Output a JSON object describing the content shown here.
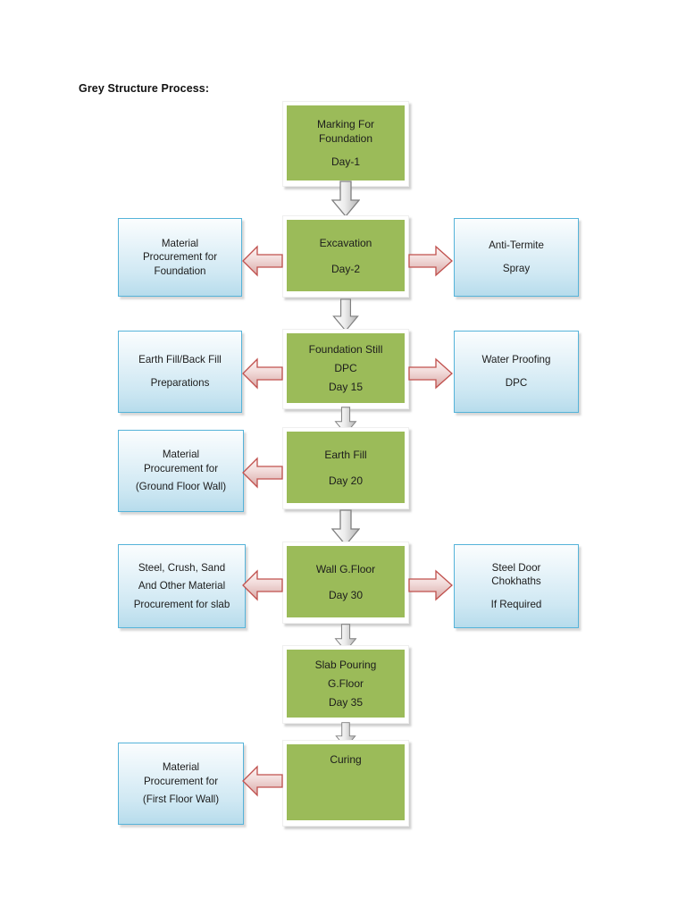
{
  "page": {
    "title": "Grey Structure Process:",
    "background": "#ffffff"
  },
  "colors": {
    "process_fill": "#9bbb59",
    "process_frame": "#ffffff",
    "data_fill_top": "#fbfdfe",
    "data_fill_bottom": "#b7dcec",
    "data_border": "#55b3d9",
    "down_arrow_fill": "#d9d9d9",
    "down_arrow_stroke": "#7f7f7f",
    "side_arrow_fill": "#f2dcdb",
    "side_arrow_stroke": "#c0504d",
    "text": "#1c1c1c"
  },
  "flow": {
    "steps": [
      {
        "id": "marking-for-foundation",
        "type": "process",
        "lines": [
          "Marking For",
          "Foundation",
          "",
          "Day-1"
        ]
      },
      {
        "id": "excavation",
        "type": "process",
        "lines": [
          "Excavation",
          "",
          "Day-2"
        ],
        "left": {
          "id": "material-procurement-for-foundation",
          "type": "data",
          "lines": [
            "Material",
            "Procurement for",
            "Foundation"
          ]
        },
        "right": {
          "id": "anti-termite-spray",
          "type": "data",
          "lines": [
            "Anti-Termite",
            "",
            "Spray"
          ]
        }
      },
      {
        "id": "foundation-still-dpc",
        "type": "process",
        "lines": [
          "Foundation Still",
          "",
          "DPC",
          "",
          "Day 15"
        ],
        "left": {
          "id": "earth-fill-back-fill-preparations",
          "type": "data",
          "lines": [
            "Earth Fill/Back Fill",
            "",
            "Preparations"
          ]
        },
        "right": {
          "id": "water-proofing-dpc",
          "type": "data",
          "lines": [
            "Water Proofing",
            "",
            "DPC"
          ]
        }
      },
      {
        "id": "earth-fill",
        "type": "process",
        "lines": [
          "Earth Fill",
          "",
          "Day 20"
        ],
        "left": {
          "id": "material-procurement-ground-floor-wall",
          "type": "data",
          "lines": [
            "Material",
            "Procurement for",
            "",
            "(Ground Floor Wall)"
          ]
        }
      },
      {
        "id": "wall-g-floor",
        "type": "process",
        "lines": [
          "Wall G.Floor",
          "",
          "Day 30"
        ],
        "left": {
          "id": "steel-crush-sand-procurement-for-slab",
          "type": "data",
          "lines": [
            "Steel, Crush, Sand",
            "",
            "And Other Material",
            "",
            "Procurement for slab"
          ]
        },
        "right": {
          "id": "steel-door-chokhaths",
          "type": "data",
          "lines": [
            "Steel Door",
            "Chokhaths",
            "",
            "If Required"
          ]
        }
      },
      {
        "id": "slab-pouring-g-floor",
        "type": "process",
        "lines": [
          "Slab Pouring",
          "",
          "G.Floor",
          "",
          "Day 35"
        ]
      },
      {
        "id": "curing",
        "type": "process",
        "lines": [
          "Curing"
        ],
        "left": {
          "id": "material-procurement-first-floor-wall",
          "type": "data",
          "lines": [
            "Material",
            "Procurement for",
            "",
            "(First Floor Wall)"
          ]
        }
      }
    ],
    "connectors": {
      "down_arrow": "down-arrow",
      "left_arrow": "left-arrow",
      "right_arrow": "right-arrow"
    }
  }
}
